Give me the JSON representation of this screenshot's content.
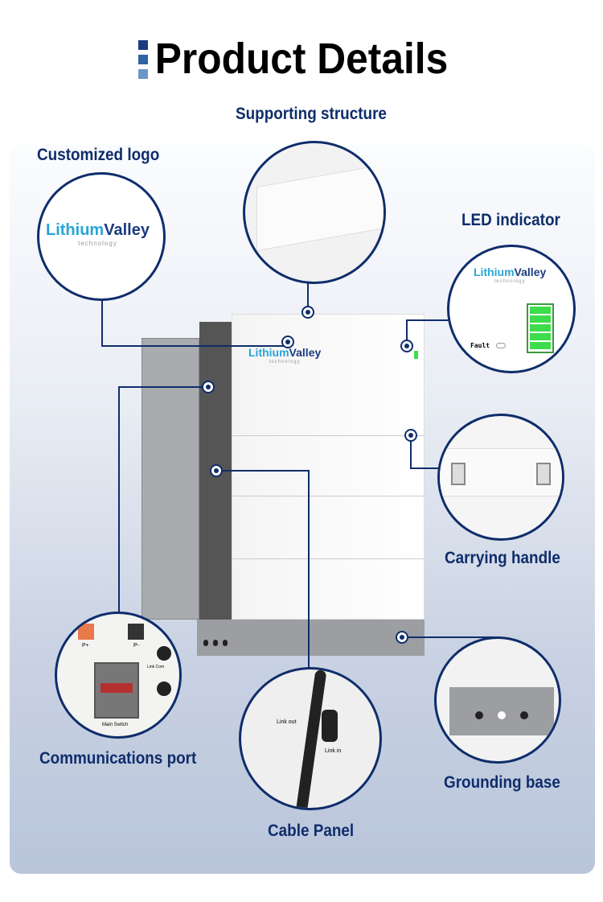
{
  "header": {
    "title": "Product Details",
    "bar_colors": [
      "#1b3b7e",
      "#2f64a6",
      "#6a96c8"
    ]
  },
  "brand": {
    "name_part1": "Lithium",
    "name_part2": "alley",
    "v_glyph": "V",
    "tagline": "technology"
  },
  "callouts": {
    "supporting_structure": "Supporting structure",
    "customized_logo": "Customized logo",
    "led_indicator": "LED indicator",
    "carrying_handle": "Carrying handle",
    "communications_port": "Communications port",
    "cable_panel": "Cable Panel",
    "grounding_base": "Grounding base"
  },
  "led": {
    "fault_label": "Fault",
    "battery_level_bars": 5
  },
  "comm_port": {
    "positive": "P+",
    "negative": "P-",
    "main_switch": "Main Switch",
    "link": "Link Com"
  },
  "cable_panel": {
    "link_out": "Link out",
    "link_in": "Link in"
  },
  "colors": {
    "accent": "#0f2d6b",
    "logo_blue": "#26a5d8",
    "battery_green": "#3ddc4a"
  }
}
